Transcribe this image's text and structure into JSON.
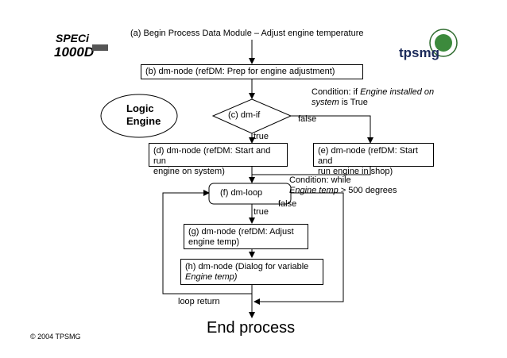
{
  "title_a": "(a) Begin Process Data Module – Adjust engine temperature",
  "node_b": "(b) dm-node (refDM: Prep for engine adjustment)",
  "logic_engine": {
    "line1": "Logic",
    "line2": "Engine"
  },
  "node_c": "(c) dm-if",
  "condition_if": {
    "prefix": "Condition: if ",
    "italic1": "Engine installed on",
    "italic2": "system",
    "suffix": " is True"
  },
  "false_label_1": "false",
  "true_label_1": "true",
  "node_d": {
    "line1": "(d) dm-node (refDM: Start and run",
    "line2": "engine on system)"
  },
  "node_e": {
    "line1": "(e) dm-node (refDM: Start and",
    "line2": "run engine in shop)"
  },
  "condition_while": {
    "line1": "Condition: while",
    "italic": "Engine temp",
    "suffix": " > 500 degrees"
  },
  "node_f": "(f) dm-loop",
  "false_label_2": "false",
  "true_label_2": "true",
  "node_g": {
    "line1": "(g) dm-node (refDM: Adjust",
    "line2": "engine temp)"
  },
  "node_h": {
    "line1": "(h) dm-node (Dialog for variable",
    "italic": "Engine temp)"
  },
  "loop_return": "loop return",
  "end_process": "End process",
  "copyright": "© 2004 TPSMG",
  "logos": {
    "left": "SPECi 1000D",
    "right": "tpsmg"
  }
}
